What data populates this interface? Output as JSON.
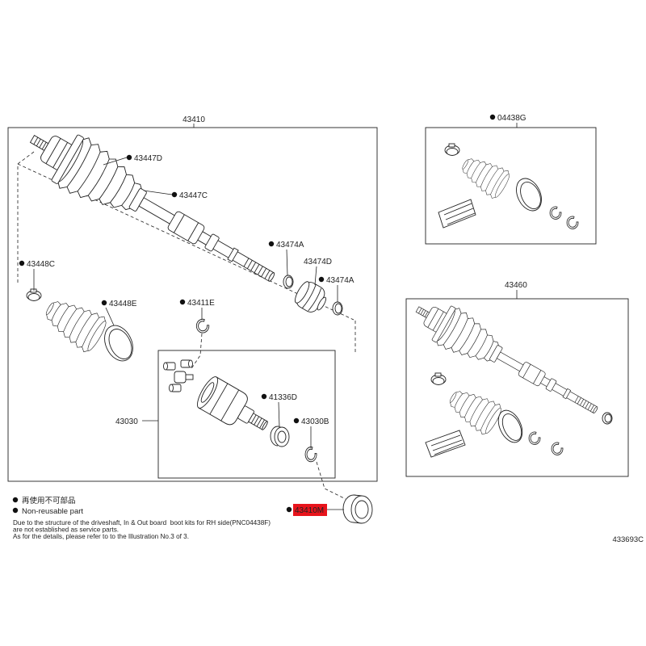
{
  "colors": {
    "line": "#222222",
    "highlight": "#e8141c",
    "background": "#ffffff"
  },
  "assemblies": {
    "main": {
      "code": "43410"
    },
    "inner_joint": {
      "code": "43030"
    },
    "rh_shaft": {
      "code": "43460"
    }
  },
  "callouts": [
    {
      "code": "43447D",
      "non_reusable": true
    },
    {
      "code": "43447C",
      "non_reusable": true
    },
    {
      "code": "43474A",
      "non_reusable": true
    },
    {
      "code": "43474D",
      "non_reusable": false
    },
    {
      "code": "43474A",
      "non_reusable": true
    },
    {
      "code": "43448C",
      "non_reusable": true
    },
    {
      "code": "43448E",
      "non_reusable": true
    },
    {
      "code": "43411E",
      "non_reusable": true
    },
    {
      "code": "41336D",
      "non_reusable": true
    },
    {
      "code": "43030B",
      "non_reusable": true
    },
    {
      "code": "04438G",
      "non_reusable": true
    },
    {
      "code": "43410M",
      "non_reusable": true,
      "highlighted": true
    }
  ],
  "legend": {
    "jp": "再使用不可部品",
    "en": "Non-reusable part"
  },
  "notes": [
    "Due to the structure of the driveshaft, In & Out board  boot kits for RH side(PNC04438F)",
    "are not established as service parts.",
    "As for the details, please refer to to the Illustration No.3 of 3."
  ],
  "illustration_code": "433693C"
}
